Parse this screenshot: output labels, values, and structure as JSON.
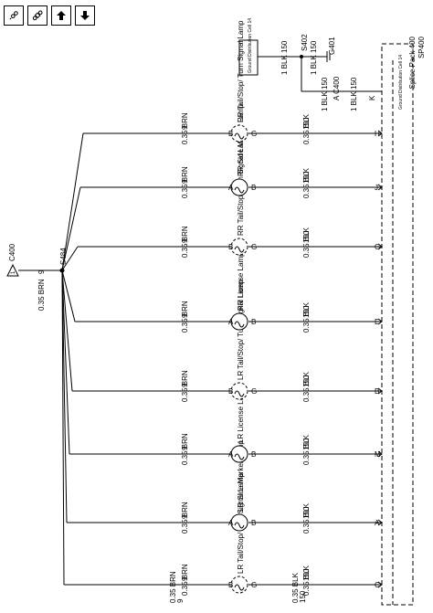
{
  "toolbar": {
    "buttons": [
      {
        "label": "I-O-O",
        "icon": "connector-icon"
      },
      {
        "label": "O-E-O",
        "icon": "component-icon"
      },
      {
        "label": "↑",
        "icon": "arrow-up-icon"
      },
      {
        "label": "↓",
        "icon": "arrow-down-icon"
      }
    ]
  },
  "splice": {
    "pack_label": "Splice Pack 400",
    "sp_label": "SP400",
    "ground_dist_label": "Ground Distribution Cell 14",
    "pins": [
      "C",
      "A",
      "M",
      "B",
      "E",
      "G",
      "J",
      "H",
      "K"
    ]
  },
  "ground_top": {
    "box_label": "Ground Distribution Cell 14",
    "splice_label": "S402",
    "ground_label": "G401",
    "wire1": "1 BLK",
    "wire1_circuit": "150",
    "wire2": "1 BLK",
    "wire2_circuit": "150",
    "wire3": "1 BLK",
    "wire3_circuit": "150",
    "connector": "A C400",
    "wire4": "1 BLK",
    "wire4_circuit": "150",
    "pin_k": "K"
  },
  "supply": {
    "connector": "C400",
    "pin": "1",
    "wire": "0.35 BRN",
    "circuit": "9",
    "splice": "S484"
  },
  "bottom_labels": {
    "brn": "0.35 BRN",
    "brn_circuit": "9",
    "blk": "0.35 BLK",
    "blk_circuit": "150"
  },
  "lamps": [
    {
      "name": "LR Tail/Stop/ Turn Signal Lamp",
      "pin_in": "B",
      "pin_out": "G",
      "dashed": true
    },
    {
      "name": "LR Side Marker Lamp",
      "pin_in": "A",
      "pin_out": "B",
      "dashed": false
    },
    {
      "name": "LR License Lamp",
      "pin_in": "A",
      "pin_out": "B",
      "dashed": false
    },
    {
      "name": "LR Tail/Stop/ Turn Signal Lamp",
      "pin_in": "B",
      "pin_out": "G",
      "dashed": true
    },
    {
      "name": "RR License Lamp",
      "pin_in": "A",
      "pin_out": "B",
      "dashed": false
    },
    {
      "name": "RR Tail/Stop/ Turn Signal Lamp",
      "pin_in": "B",
      "pin_out": "G",
      "dashed": true
    },
    {
      "name": "RR Side Marker Lamp",
      "pin_in": "A",
      "pin_out": "B",
      "dashed": false
    },
    {
      "name": "RR Tail/Stop/ Turn Signal Lamp",
      "pin_in": "B",
      "pin_out": "G",
      "dashed": true
    }
  ],
  "wire_labels": {
    "brn": "0.35 BRN",
    "brn_circuit": "9",
    "blk": "0.35 BLK",
    "blk_circuit": "150"
  }
}
